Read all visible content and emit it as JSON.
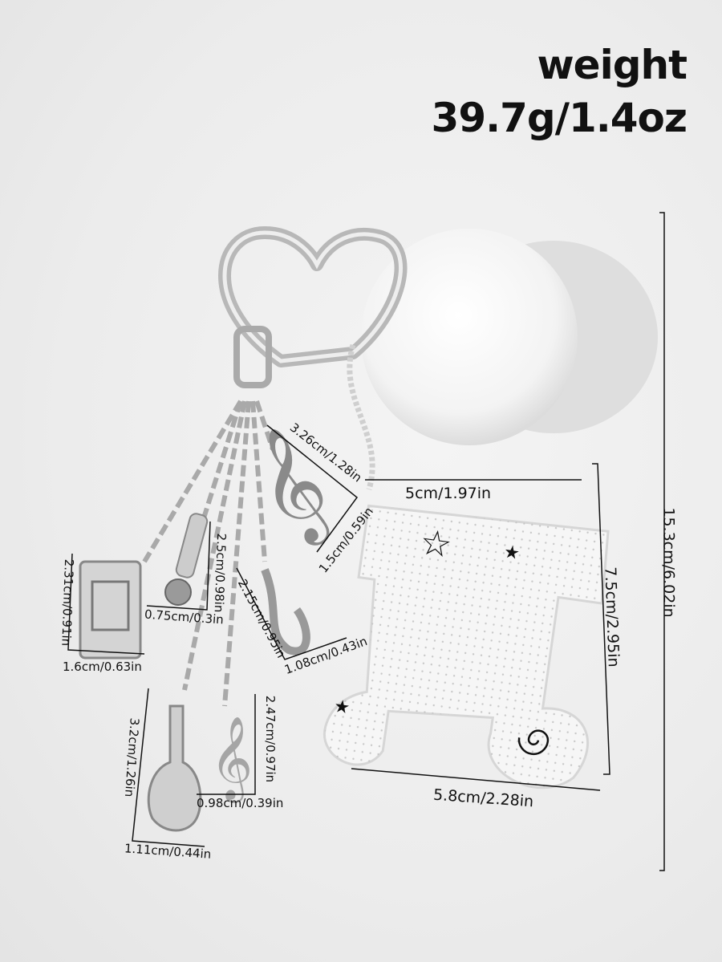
{
  "weight": {
    "title": "weight",
    "value": "39.7g/1.4oz"
  },
  "dimensions": {
    "total_height": "15.3cm/6.02in",
    "acrylic_top_width": "5cm/1.97in",
    "acrylic_height": "7.5cm/2.95in",
    "acrylic_bottom_width": "5.8cm/2.28in",
    "treble_clef_large_length": "3.26cm/1.28in",
    "treble_clef_large_width": "1.5cm/0.59in",
    "microphone_length": "2.5cm/0.98in",
    "microphone_width": "0.75cm/0.3in",
    "saxophone_length": "2.15cm/0.95in",
    "saxophone_width": "1.08cm/0.43in",
    "cassette_height": "2.31cm/0.91in",
    "cassette_width": "1.6cm/0.63in",
    "violin_length": "3.2cm/1.26in",
    "violin_width": "1.11cm/0.44in",
    "treble_clef_small_length": "2.47cm/0.97in",
    "treble_clef_small_width": "0.98cm/0.39in"
  }
}
